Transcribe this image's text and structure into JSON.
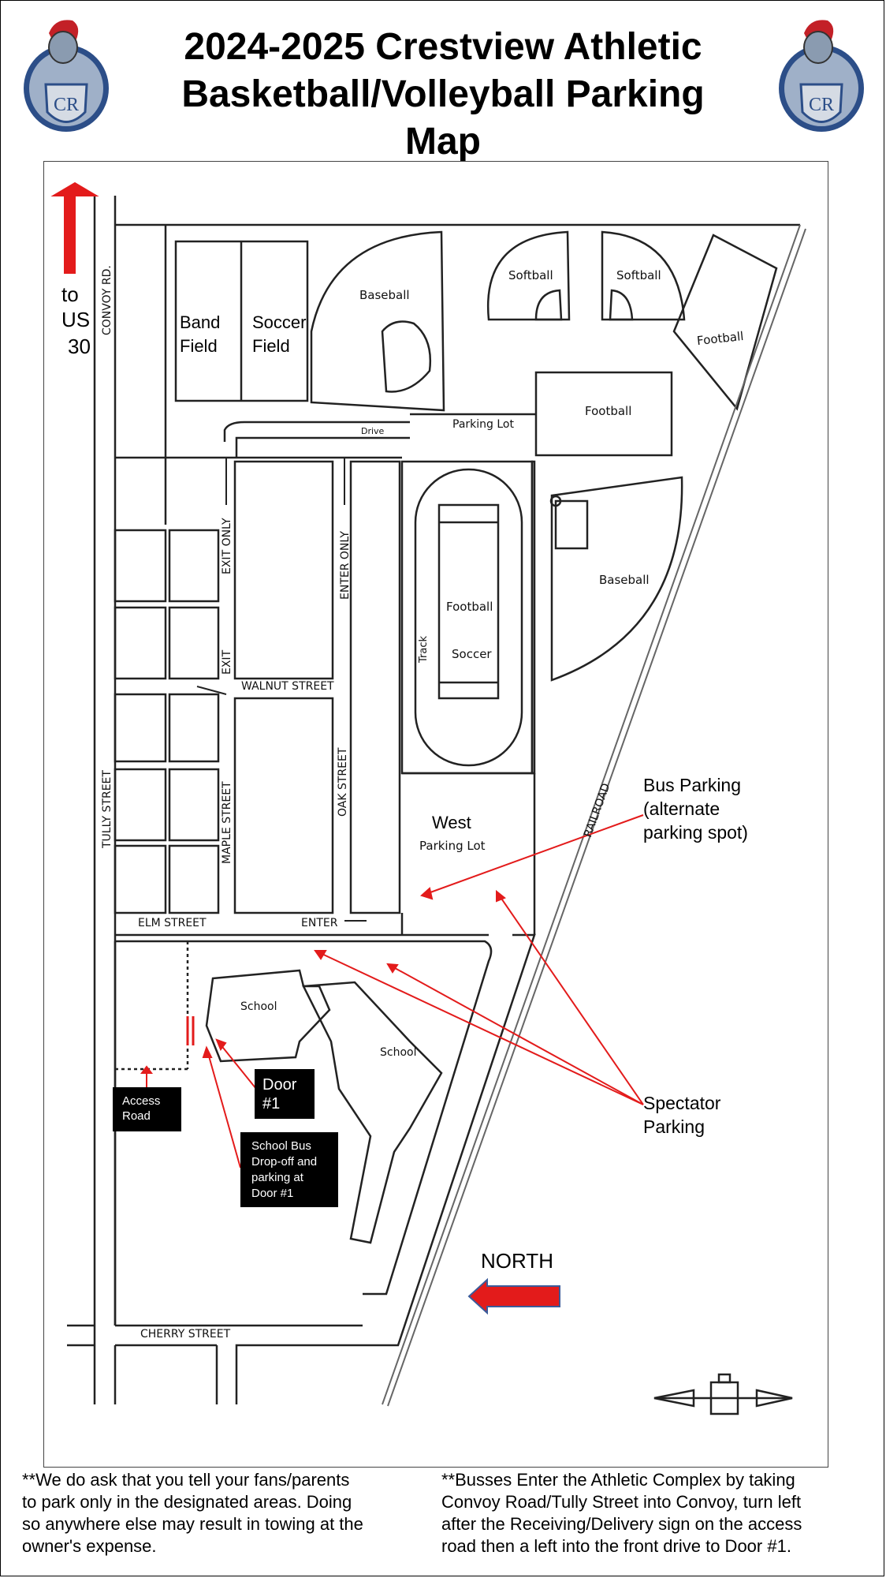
{
  "title_line1": "2024-2025 Crestview Athletic",
  "title_line2": "Basketball/Volleyball Parking",
  "title_line3": "Map",
  "logo_text": "CR",
  "directions": {
    "to_label": "to",
    "us_label": "US",
    "route_label": "30",
    "north_label": "NORTH"
  },
  "fields": {
    "band": "Band Field",
    "soccer_field": "Soccer Field",
    "baseball_top": "Baseball",
    "softball_1": "Softball",
    "softball_2": "Softball",
    "football_diag": "Football",
    "football_mid": "Football",
    "football_track": "Football",
    "soccer_track": "Soccer",
    "track": "Track",
    "baseball_east": "Baseball",
    "parking_lot": "Parking Lot",
    "drive": "Drive",
    "school_1": "School",
    "school_2": "School",
    "west_label": "West",
    "west_lot": "Parking Lot"
  },
  "streets": {
    "convoy": "CONVOY RD.",
    "tully": "TULLY STREET",
    "maple": "MAPLE STREET",
    "oak": "OAK STREET",
    "walnut": "WALNUT STREET",
    "elm": "ELM STREET",
    "cherry": "CHERRY STREET",
    "railroad": "RAILROAD",
    "exit_only": "EXIT ONLY",
    "exit": "EXIT",
    "enter_only": "ENTER ONLY",
    "enter": "ENTER"
  },
  "annotations": {
    "bus_parking": [
      "Bus Parking",
      "(alternate",
      "parking spot)"
    ],
    "spectator": [
      "Spectator",
      "Parking"
    ],
    "door": [
      "Door",
      "#1"
    ],
    "access_road": [
      "Access",
      "Road"
    ],
    "school_bus": [
      "School Bus",
      "Drop-off and",
      "parking at",
      "Door #1"
    ]
  },
  "notes": {
    "left": [
      "**We do ask that you tell your fans/parents",
      "to park only in the designated areas.  Doing",
      "so anywhere else may result in towing at the",
      "owner's expense."
    ],
    "right": [
      "**Busses Enter the Athletic Complex by taking",
      "Convoy Road/Tully Street into Convoy, turn left",
      "after the Receiving/Delivery sign on the access",
      "road then a left into the front drive to Door #1."
    ]
  },
  "colors": {
    "accent_red": "#e31b1b",
    "callout_bg": "#000000"
  }
}
